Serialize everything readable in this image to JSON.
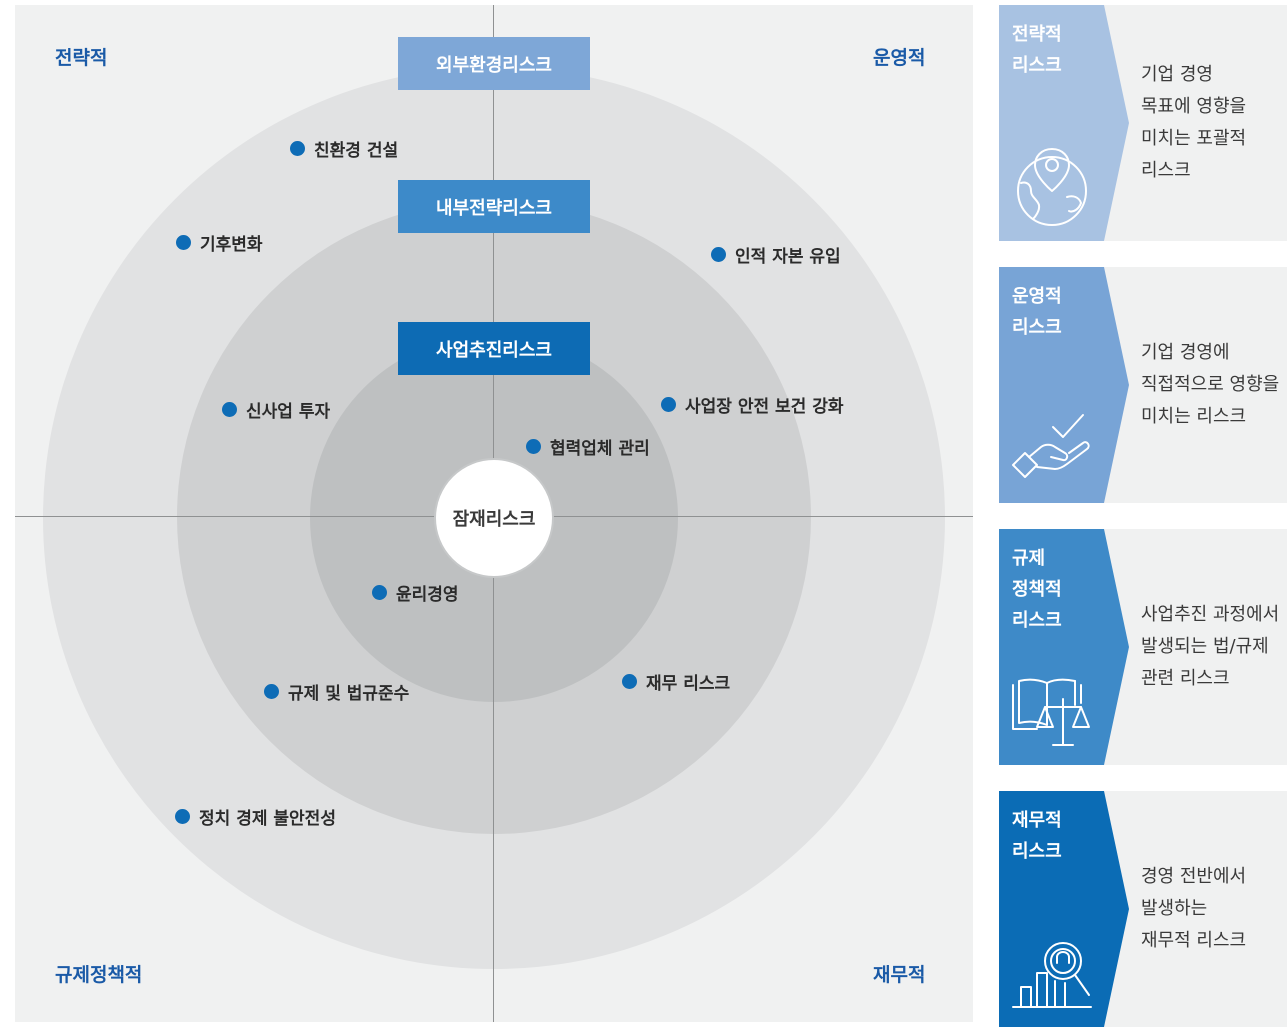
{
  "quadrants": {
    "top_left": "전략적",
    "top_right": "운영적",
    "bottom_left": "규제정책적",
    "bottom_right": "재무적"
  },
  "rings": {
    "outer": "외부환경리스크",
    "middle": "내부전략리스크",
    "inner": "사업추진리스크",
    "center": "잠재리스크"
  },
  "risk_items": [
    "친환경 건설",
    "기후변화",
    "인적 자본 유입",
    "신사업 투자",
    "사업장 안전 보건 강화",
    "협력업체 관리",
    "윤리경영",
    "규제 및 법규준수",
    "재무 리스크",
    "정치 경제 불안전성"
  ],
  "legend": [
    {
      "title": "전략적\n리스크",
      "description": "기업 경영\n목표에 영향을\n미치는 포괄적\n리스크",
      "color": "#a8c2e2",
      "icon": "globe-location-icon"
    },
    {
      "title": "운영적\n리스크",
      "description": "기업 경영에\n직접적으로 영향을\n미치는 리스크",
      "color": "#78a4d6",
      "icon": "hand-check-icon"
    },
    {
      "title": "규제\n정책적\n리스크",
      "description": "사업추진 과정에서\n발생되는 법/규제\n관련 리스크",
      "color": "#3e8ac8",
      "icon": "book-scales-icon"
    },
    {
      "title": "재무적\n리스크",
      "description": "경영 전반에서\n발생하는\n재무적 리스크",
      "color": "#0b6cb5",
      "icon": "chart-magnifier-icon"
    }
  ],
  "colors": {
    "accent": "#0e6cb6",
    "quadrant_label": "#1a5aa7"
  }
}
